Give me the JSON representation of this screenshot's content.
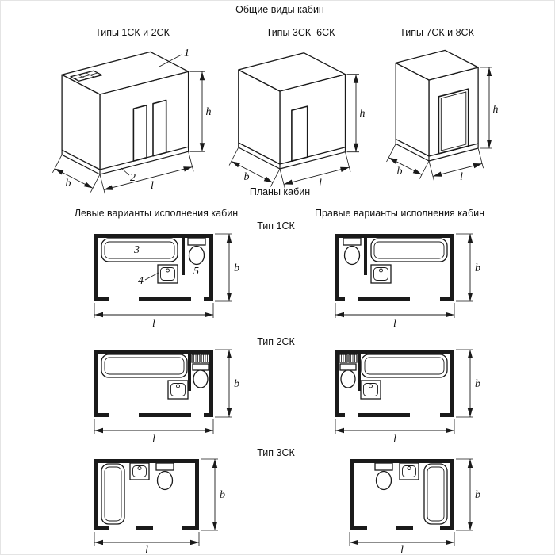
{
  "titles": {
    "general": "Общие виды кабин",
    "plans": "Планы кабин",
    "left_variants": "Левые варианты исполнения кабин",
    "right_variants": "Правые варианты исполнения кабин"
  },
  "general_views": {
    "view1": {
      "label": "Типы 1СК и 2СК",
      "callout_roof": "1",
      "callout_base": "2",
      "dim_h": "h",
      "dim_b": "b",
      "dim_l": "l"
    },
    "view2": {
      "label": "Типы 3СК–6СК",
      "dim_h": "h",
      "dim_b": "b",
      "dim_l": "l"
    },
    "view3": {
      "label": "Типы 7СК и 8СК",
      "dim_h": "h",
      "dim_b": "b",
      "dim_l": "l"
    }
  },
  "plans": {
    "type1": {
      "label": "Тип 1СК",
      "callout_bath": "3",
      "callout_sink": "4",
      "callout_toilet": "5",
      "dim_b": "b",
      "dim_l": "l"
    },
    "type2": {
      "label": "Тип 2СК",
      "dim_b": "b",
      "dim_l": "l"
    },
    "type3": {
      "label": "Тип 3СК",
      "dim_b": "b",
      "dim_l": "l"
    }
  }
}
